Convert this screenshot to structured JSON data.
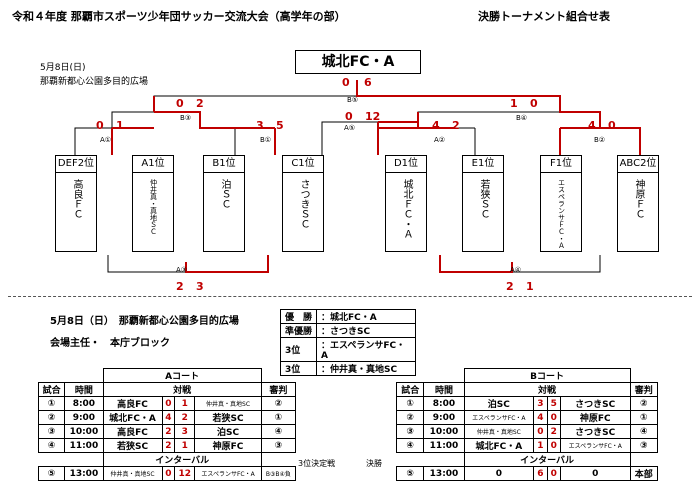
{
  "header": {
    "title": "令和４年度 那覇市スポーツ少年団サッカー交流大会（高学年の部）",
    "subtitle": "決勝トーナメント組合せ表",
    "date": "5月8日(日)",
    "venue": "那覇新都心公園多目的広場"
  },
  "champion": "城北FC・A",
  "bracket": {
    "final": {
      "label": "B⑤",
      "left": "0",
      "right": "6"
    },
    "semi_left": {
      "label": "B③",
      "left": "0",
      "right": "2"
    },
    "semi_right": {
      "label": "B④",
      "left": "1",
      "right": "0"
    },
    "a1": {
      "label": "A①",
      "left": "0",
      "right": "1"
    },
    "b1": {
      "label": "B①",
      "left": "3",
      "right": "5"
    },
    "a5": {
      "label": "A⑤",
      "left": "0",
      "right": "12"
    },
    "a2": {
      "label": "A②",
      "left": "4",
      "right": "2"
    },
    "b2": {
      "label": "B②",
      "left": "4",
      "right": "0"
    },
    "a3": {
      "label": "A③",
      "left": "2",
      "right": "3"
    },
    "a4": {
      "label": "A④",
      "left": "2",
      "right": "1"
    }
  },
  "teams": [
    {
      "seed": "DEF2位",
      "name": "高良ＦＣ"
    },
    {
      "seed": "A1位",
      "name": "仲井真・真地ＳＣ"
    },
    {
      "seed": "B1位",
      "name": "泊ＳＣ"
    },
    {
      "seed": "C1位",
      "name": "さつきＳＣ"
    },
    {
      "seed": "D1位",
      "name": "城北ＦＣ・Ａ"
    },
    {
      "seed": "E1位",
      "name": "若狭ＳＣ"
    },
    {
      "seed": "F1位",
      "name": "エスペランサＦＣ・Ａ"
    },
    {
      "seed": "ABC2位",
      "name": "神原ＦＣ"
    }
  ],
  "info": {
    "date_venue": "5月8日（日）　那覇新都心公園多目的広場",
    "manager": "会場主任・　本庁ブロック"
  },
  "results": [
    {
      "rank": "優　勝",
      "team": "：城北FC・A"
    },
    {
      "rank": "準優勝",
      "team": "：さつきSC"
    },
    {
      "rank": "3位",
      "team": "：エスペランサFC・A"
    },
    {
      "rank": "3位",
      "team": "：仲井真・真地SC"
    }
  ],
  "court_a": {
    "title": "Aコート",
    "headers": [
      "試合",
      "時間",
      "対戦",
      "審判"
    ],
    "rows": [
      {
        "no": "①",
        "time": "8:00",
        "home": "高良FC",
        "hs": "0",
        "as": "1",
        "away": "仲井真・真地SC",
        "ref": "②"
      },
      {
        "no": "②",
        "time": "9:00",
        "home": "城北FC・A",
        "hs": "4",
        "as": "2",
        "away": "若狭SC",
        "ref": "①"
      },
      {
        "no": "③",
        "time": "10:00",
        "home": "高良FC",
        "hs": "2",
        "as": "3",
        "away": "泊SC",
        "ref": "④"
      },
      {
        "no": "④",
        "time": "11:00",
        "home": "若狭SC",
        "hs": "2",
        "as": "1",
        "away": "神原FC",
        "ref": "③"
      }
    ],
    "interval": "インターバル",
    "final_row": {
      "no": "⑤",
      "time": "13:00",
      "home": "仲井真・真地SC",
      "hs": "0",
      "as": "12",
      "away": "エスペランサFC・A",
      "ref": "B③B④負"
    }
  },
  "court_b": {
    "title": "Bコート",
    "headers": [
      "試合",
      "時間",
      "対戦",
      "審判"
    ],
    "rows": [
      {
        "no": "①",
        "time": "8:00",
        "home": "泊SC",
        "hs": "3",
        "as": "5",
        "away": "さつきSC",
        "ref": "②"
      },
      {
        "no": "②",
        "time": "9:00",
        "home": "エスペランサFC・A",
        "hs": "4",
        "as": "0",
        "away": "神原FC",
        "ref": "①"
      },
      {
        "no": "③",
        "time": "10:00",
        "home": "仲井真・真地SC",
        "hs": "0",
        "as": "2",
        "away": "さつきSC",
        "ref": "④"
      },
      {
        "no": "④",
        "time": "11:00",
        "home": "城北FC・A",
        "hs": "1",
        "as": "0",
        "away": "エスペランサFC・A",
        "ref": "③"
      }
    ],
    "interval": "インターバル",
    "final_row": {
      "no": "⑤",
      "time": "13:00",
      "home": "0",
      "hs": "6",
      "as": "0",
      "away": "0",
      "ref": "本部"
    }
  },
  "third_place_label": "3位決定戦",
  "final_label": "決勝"
}
